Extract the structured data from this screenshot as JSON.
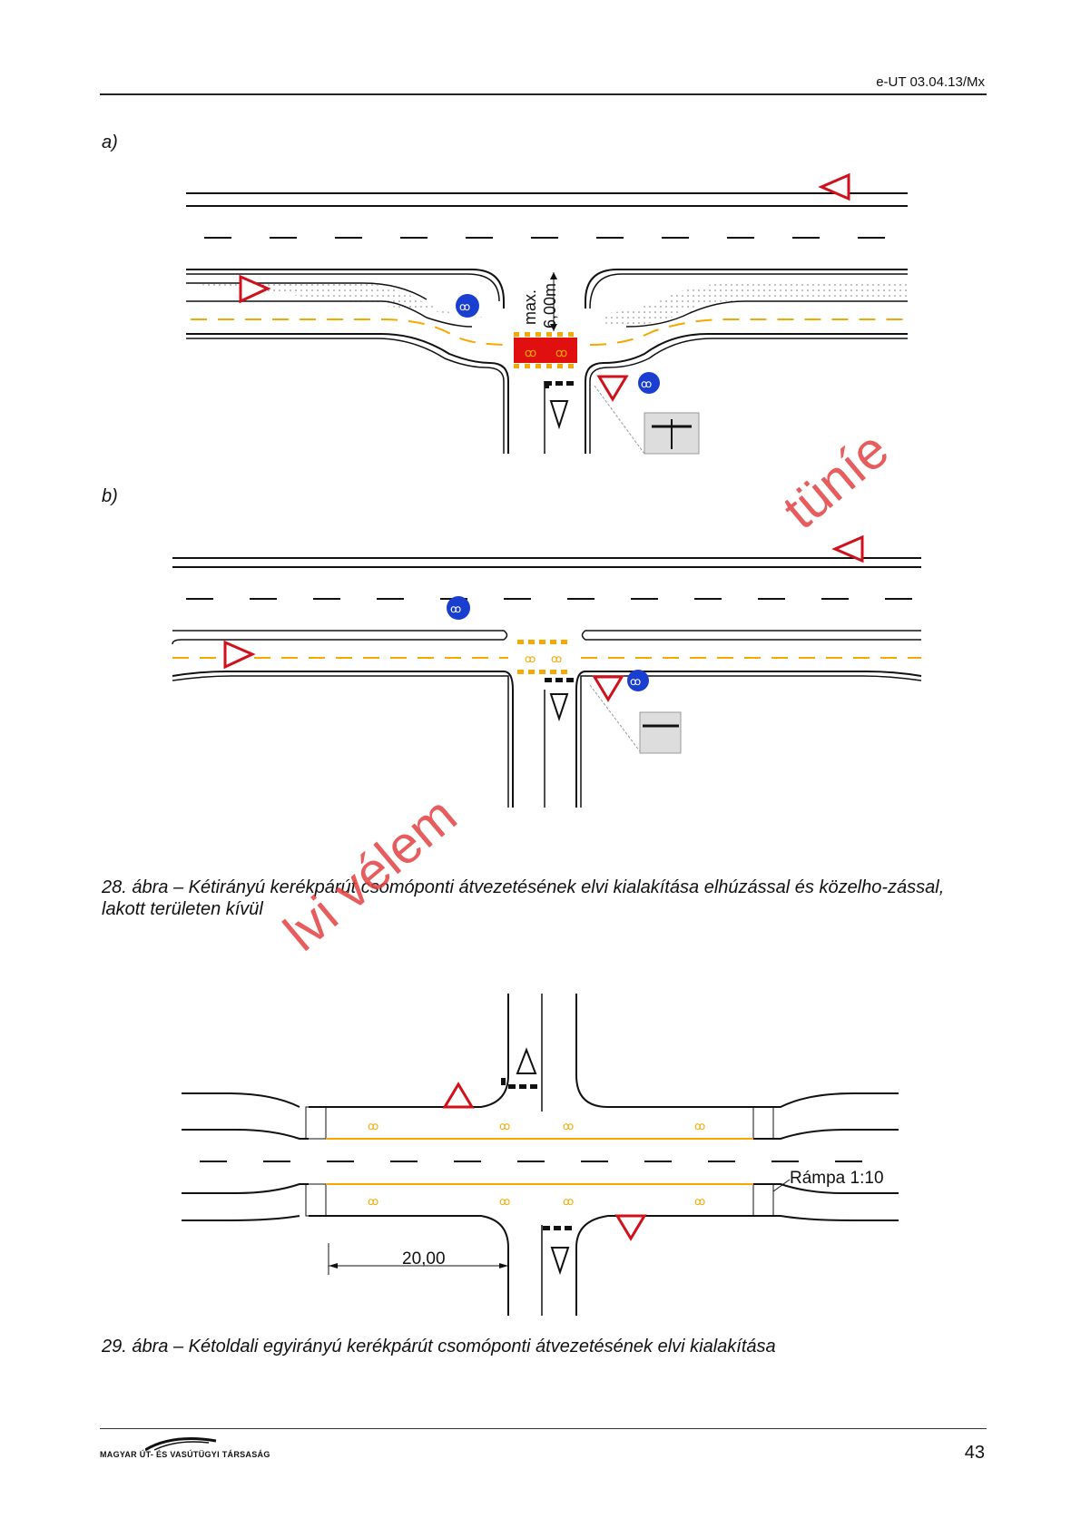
{
  "header": {
    "doc_code": "e-UT 03.04.13/Mx"
  },
  "figure_a": {
    "label": "a)",
    "dimension_text": "max. 6,00m"
  },
  "figure_b": {
    "label": "b)"
  },
  "caption_28": "28. ábra – Kétirányú kerékpárút csomóponti átvezetésének elvi kialakítása elhúzással és közelho-zással, lakott területen kívül",
  "figure_29": {
    "ramp_label": "Rámpa 1:10",
    "distance_label": "20,00"
  },
  "caption_29": "29. ábra – Kétoldali egyirányú kerékpárút csomóponti átvezetésének elvi kialakítása",
  "watermark": {
    "text_main": "lvi vélem",
    "text_right": "tüníe"
  },
  "footer": {
    "org_name": "MAGYAR ÚT- ÉS VASÚTÜGYI TÁRSASÁG",
    "page_number": "43"
  },
  "colors": {
    "lane_yellow": "#f5a800",
    "crossing_red": "#e01010",
    "sign_blue": "#1a3fd0",
    "sign_red": "#d0101a",
    "watermark": "#e34040"
  },
  "icons": [
    "bicycle-warning-sign",
    "bicycle-path-sign",
    "yield-sign",
    "bicycle-pictogram"
  ]
}
